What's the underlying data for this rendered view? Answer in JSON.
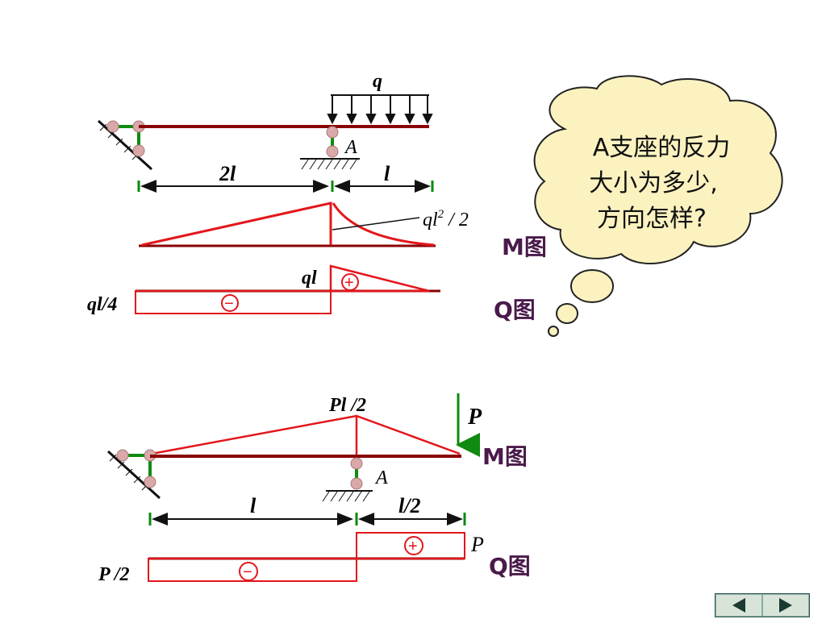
{
  "colors": {
    "beam": "#8b0000",
    "diagram_line": "#e3161b",
    "support_green": "#108a10",
    "roller": "#d9a9a9",
    "arrow_dark": "#111111",
    "dim_tick": "#0a8a0a",
    "label_purple": "#4a1a4a",
    "cloud_fill": "#fbf2c0"
  },
  "diagram1": {
    "load_label": "q",
    "support_label": "A",
    "span1_label": "2l",
    "span2_label": "l",
    "moment_label": "ql² / 2",
    "moment_label_base": "ql",
    "moment_label_sup": "2",
    "moment_label_tail": " / 2",
    "m_diagram_label": "M图",
    "shear_pos_label": "ql",
    "shear_neg_label": "ql/4",
    "q_diagram_label": "Q图",
    "plus_sign": "+",
    "minus_sign": "−"
  },
  "diagram2": {
    "load_label": "P",
    "moment_label": "Pl /2",
    "support_label": "A",
    "span1_label": "l",
    "span2_label": "l/2",
    "m_diagram_label": "M图",
    "shear_pos_label": "P",
    "shear_neg_label": "P /2",
    "q_diagram_label": "Q图",
    "plus_sign": "+",
    "minus_sign": "−"
  },
  "thought_bubble": {
    "lines": [
      "A支座的反力",
      "大小为多少,",
      "方向怎样?"
    ]
  },
  "nav": {
    "prev_icon": "triangle-left-icon",
    "next_icon": "triangle-right-icon"
  }
}
